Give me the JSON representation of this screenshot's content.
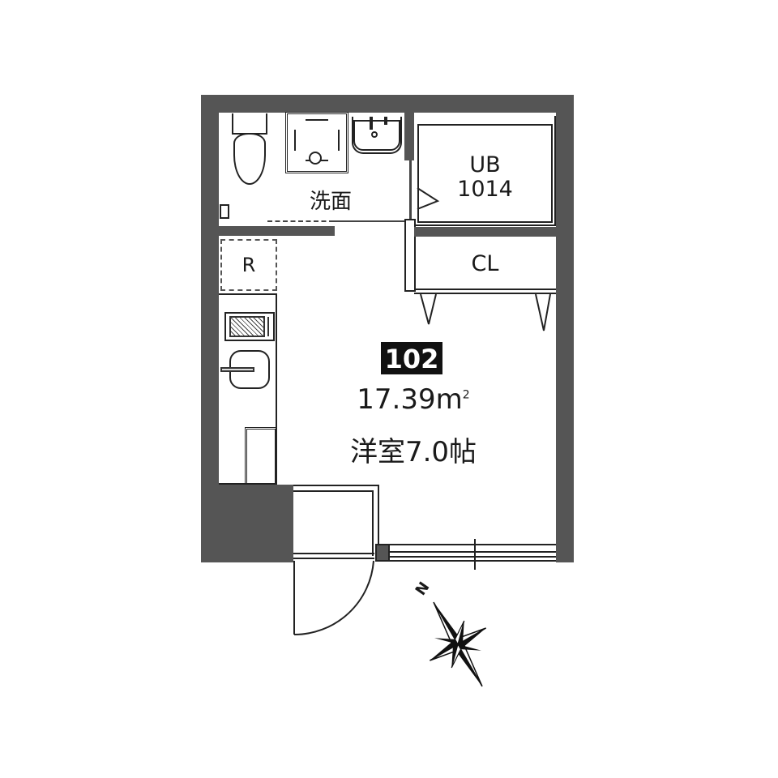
{
  "floorplan": {
    "unit_number": "102",
    "area": "17.39",
    "area_unit": "m",
    "area_unit_superscript": "2",
    "room_type_label": "洋室7.0帖",
    "rooms": {
      "washroom": "洗面",
      "unit_bath": "UB",
      "unit_bath_size": "1014",
      "closet": "CL",
      "refrigerator": "R"
    },
    "compass": {
      "north_label": "N"
    },
    "colors": {
      "wall": "#555555",
      "line": "#222222",
      "unit_badge_bg": "#111111",
      "unit_badge_text": "#ffffff",
      "background": "#ffffff"
    }
  }
}
